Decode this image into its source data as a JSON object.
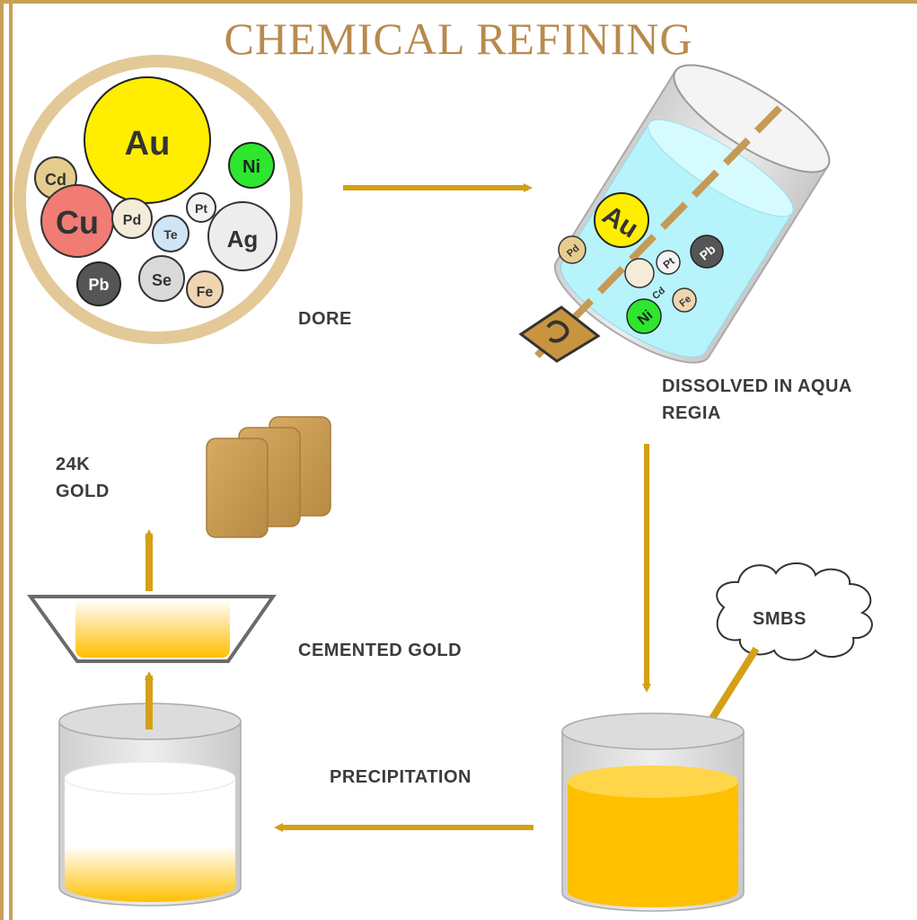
{
  "title": "CHEMICAL REFINING",
  "labels": {
    "dore": "DORE",
    "dissolved": "DISSOLVED  IN AQUA\nREGIA",
    "smbs": "SMBS",
    "precipitation": "PRECIPITATION",
    "cemented": "CEMENTED  GOLD",
    "gold24k": "24K\nGOLD"
  },
  "dore_elements": [
    "Au",
    "Ni",
    "Cd",
    "Cu",
    "Pd",
    "Pt",
    "Te",
    "Ag",
    "Pb",
    "Se",
    "Fe"
  ],
  "solution_elements": [
    "Au",
    "Pd",
    "Pb",
    "Pt",
    "Cd",
    "Fe",
    "Ni"
  ],
  "colors": {
    "accent": "#c9a058",
    "arrow": "#d4a017",
    "gold": "#ffc000",
    "bar": "#c89a52"
  }
}
